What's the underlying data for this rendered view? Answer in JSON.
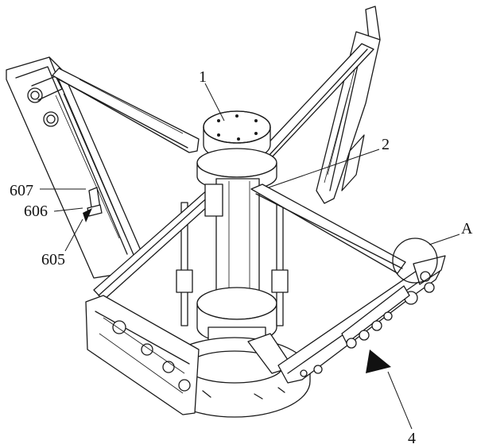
{
  "labels": {
    "l1": "1",
    "l2": "2",
    "lA": "A",
    "l4": "4",
    "l605": "605",
    "l606": "606",
    "l607": "607"
  },
  "colors": {
    "line": "#1a1a1a",
    "background": "#ffffff"
  }
}
